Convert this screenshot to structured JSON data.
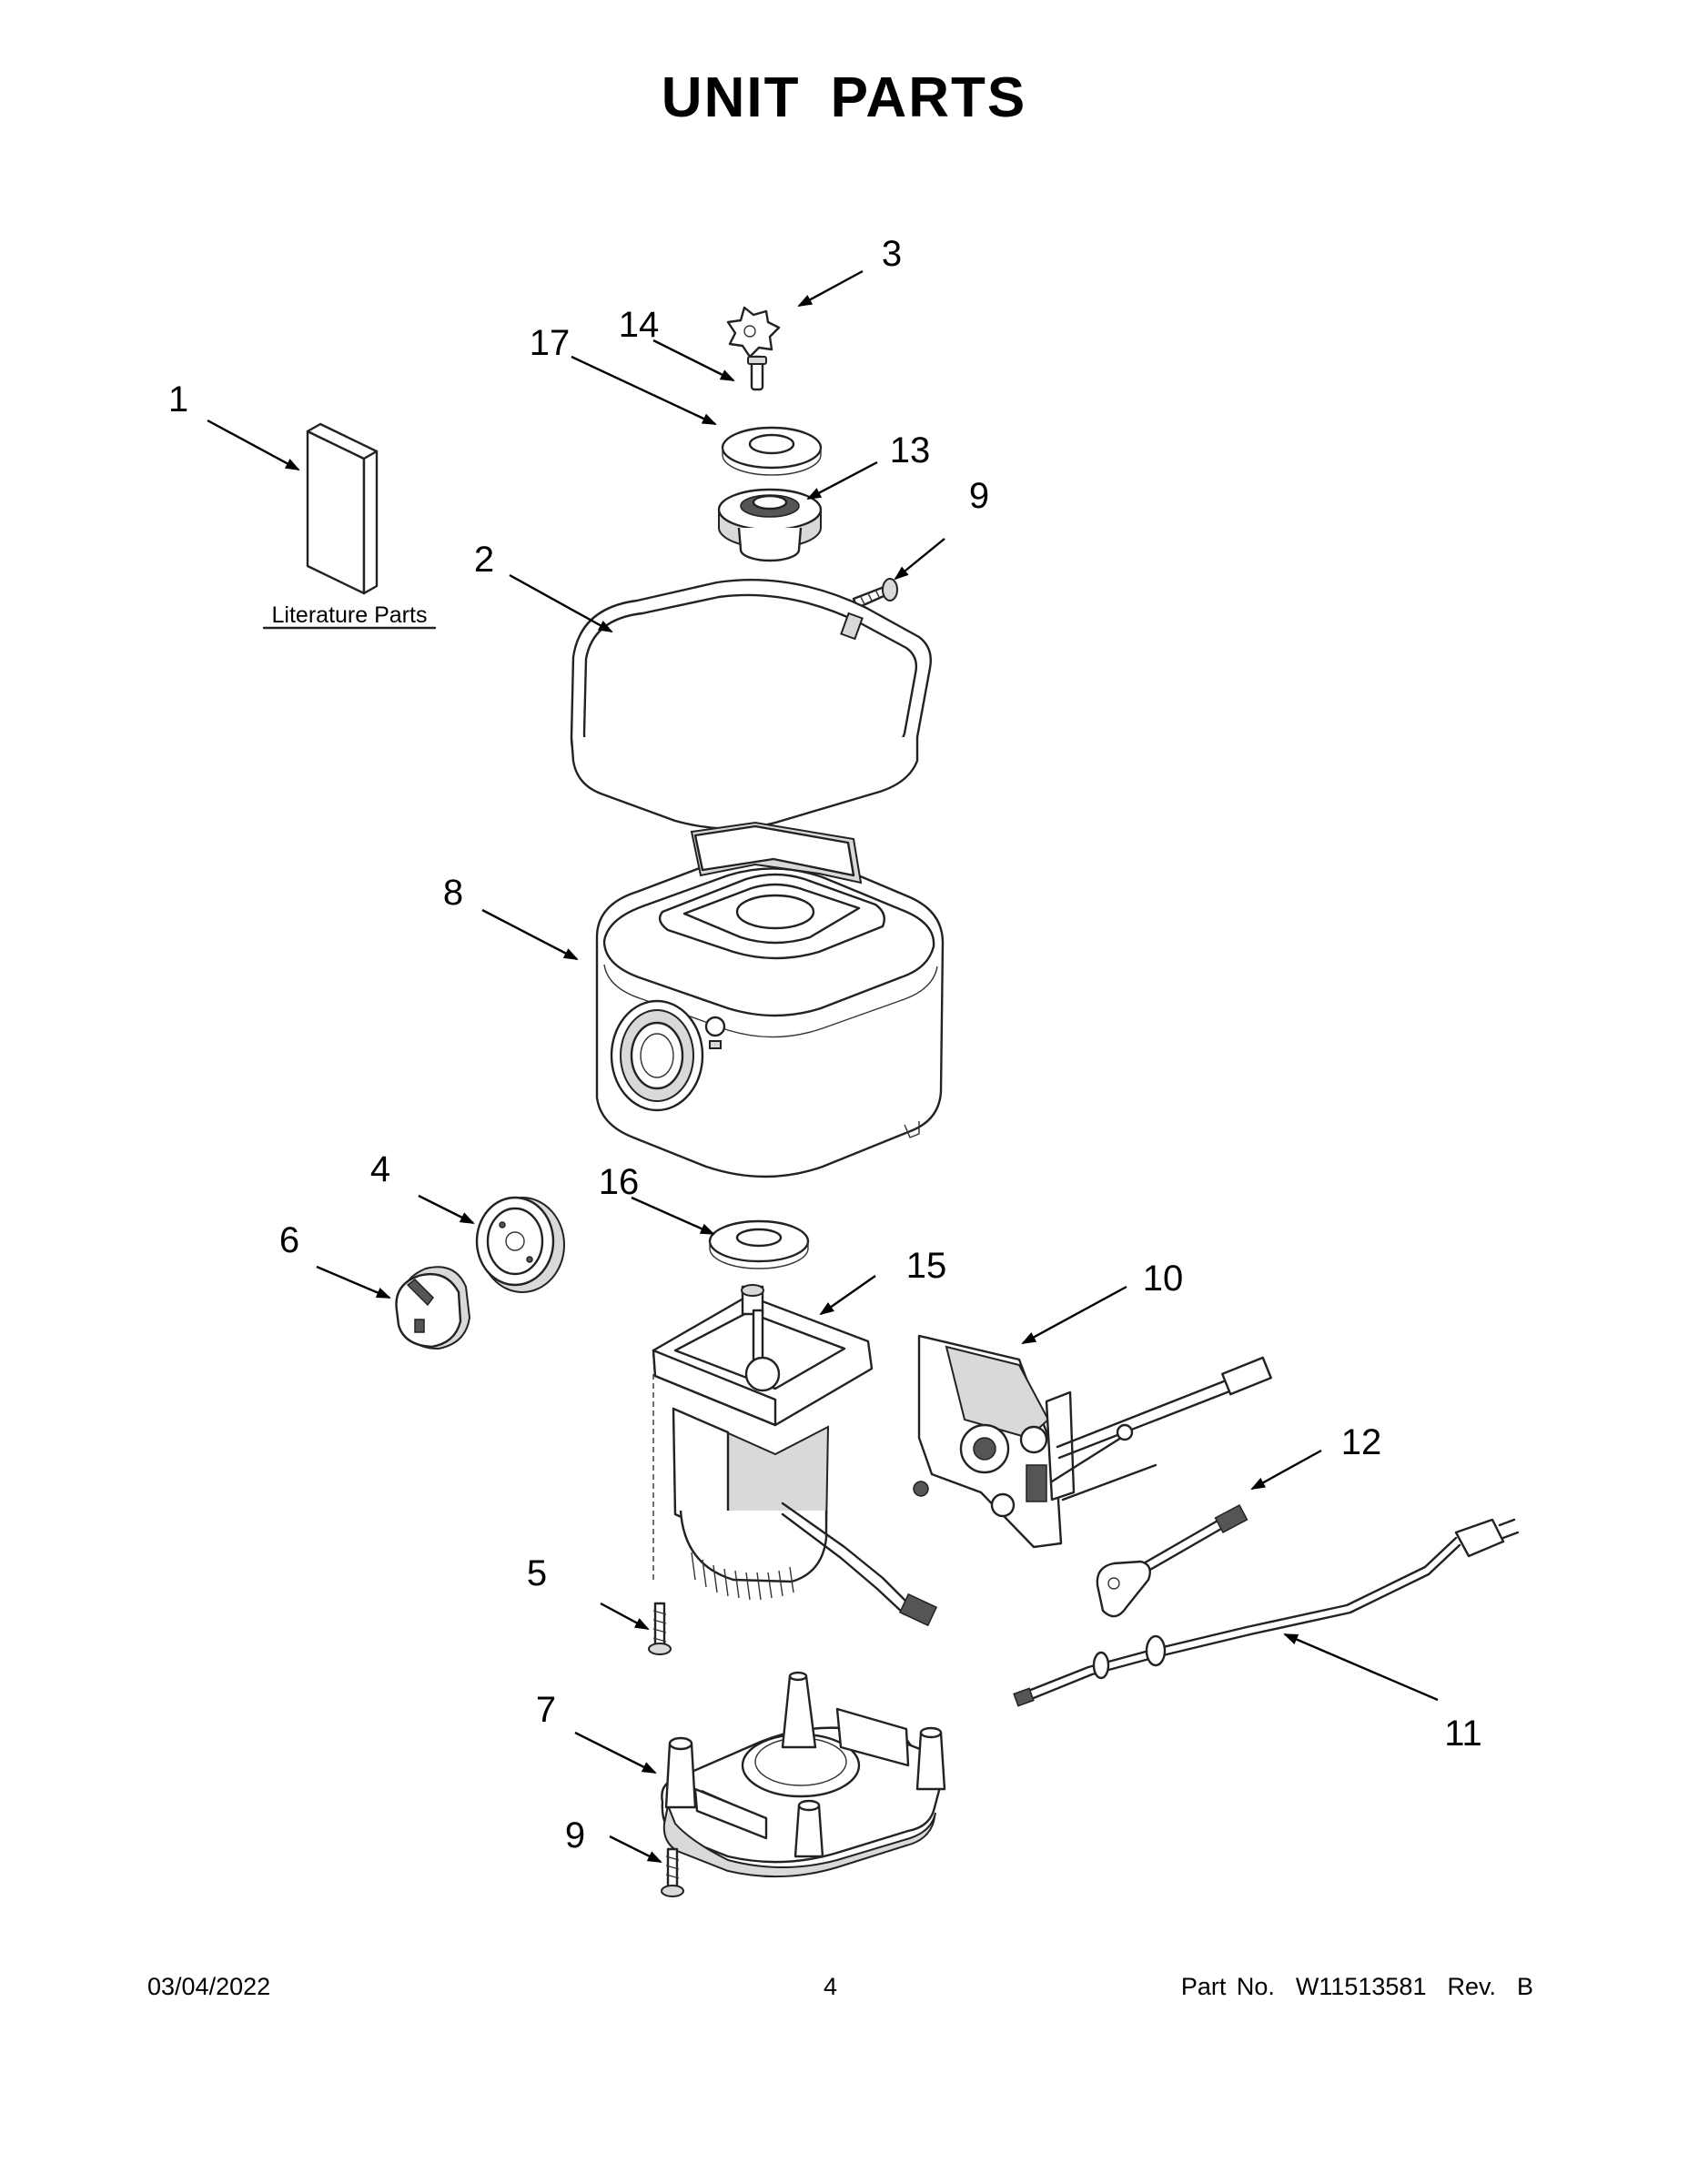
{
  "title": "UNIT PARTS",
  "callouts": {
    "c1": "1",
    "c2": "2",
    "c3": "3",
    "c4": "4",
    "c5": "5",
    "c6": "6",
    "c7": "7",
    "c8": "8",
    "c9a": "9",
    "c9b": "9",
    "c10": "10",
    "c11": "11",
    "c12": "12",
    "c13": "13",
    "c14": "14",
    "c15": "15",
    "c16": "16",
    "c17": "17"
  },
  "literature_label": "Literature Parts",
  "footer": {
    "date": "03/04/2022",
    "page": "4",
    "part": "Part No.  W11513581  Rev.  B"
  }
}
